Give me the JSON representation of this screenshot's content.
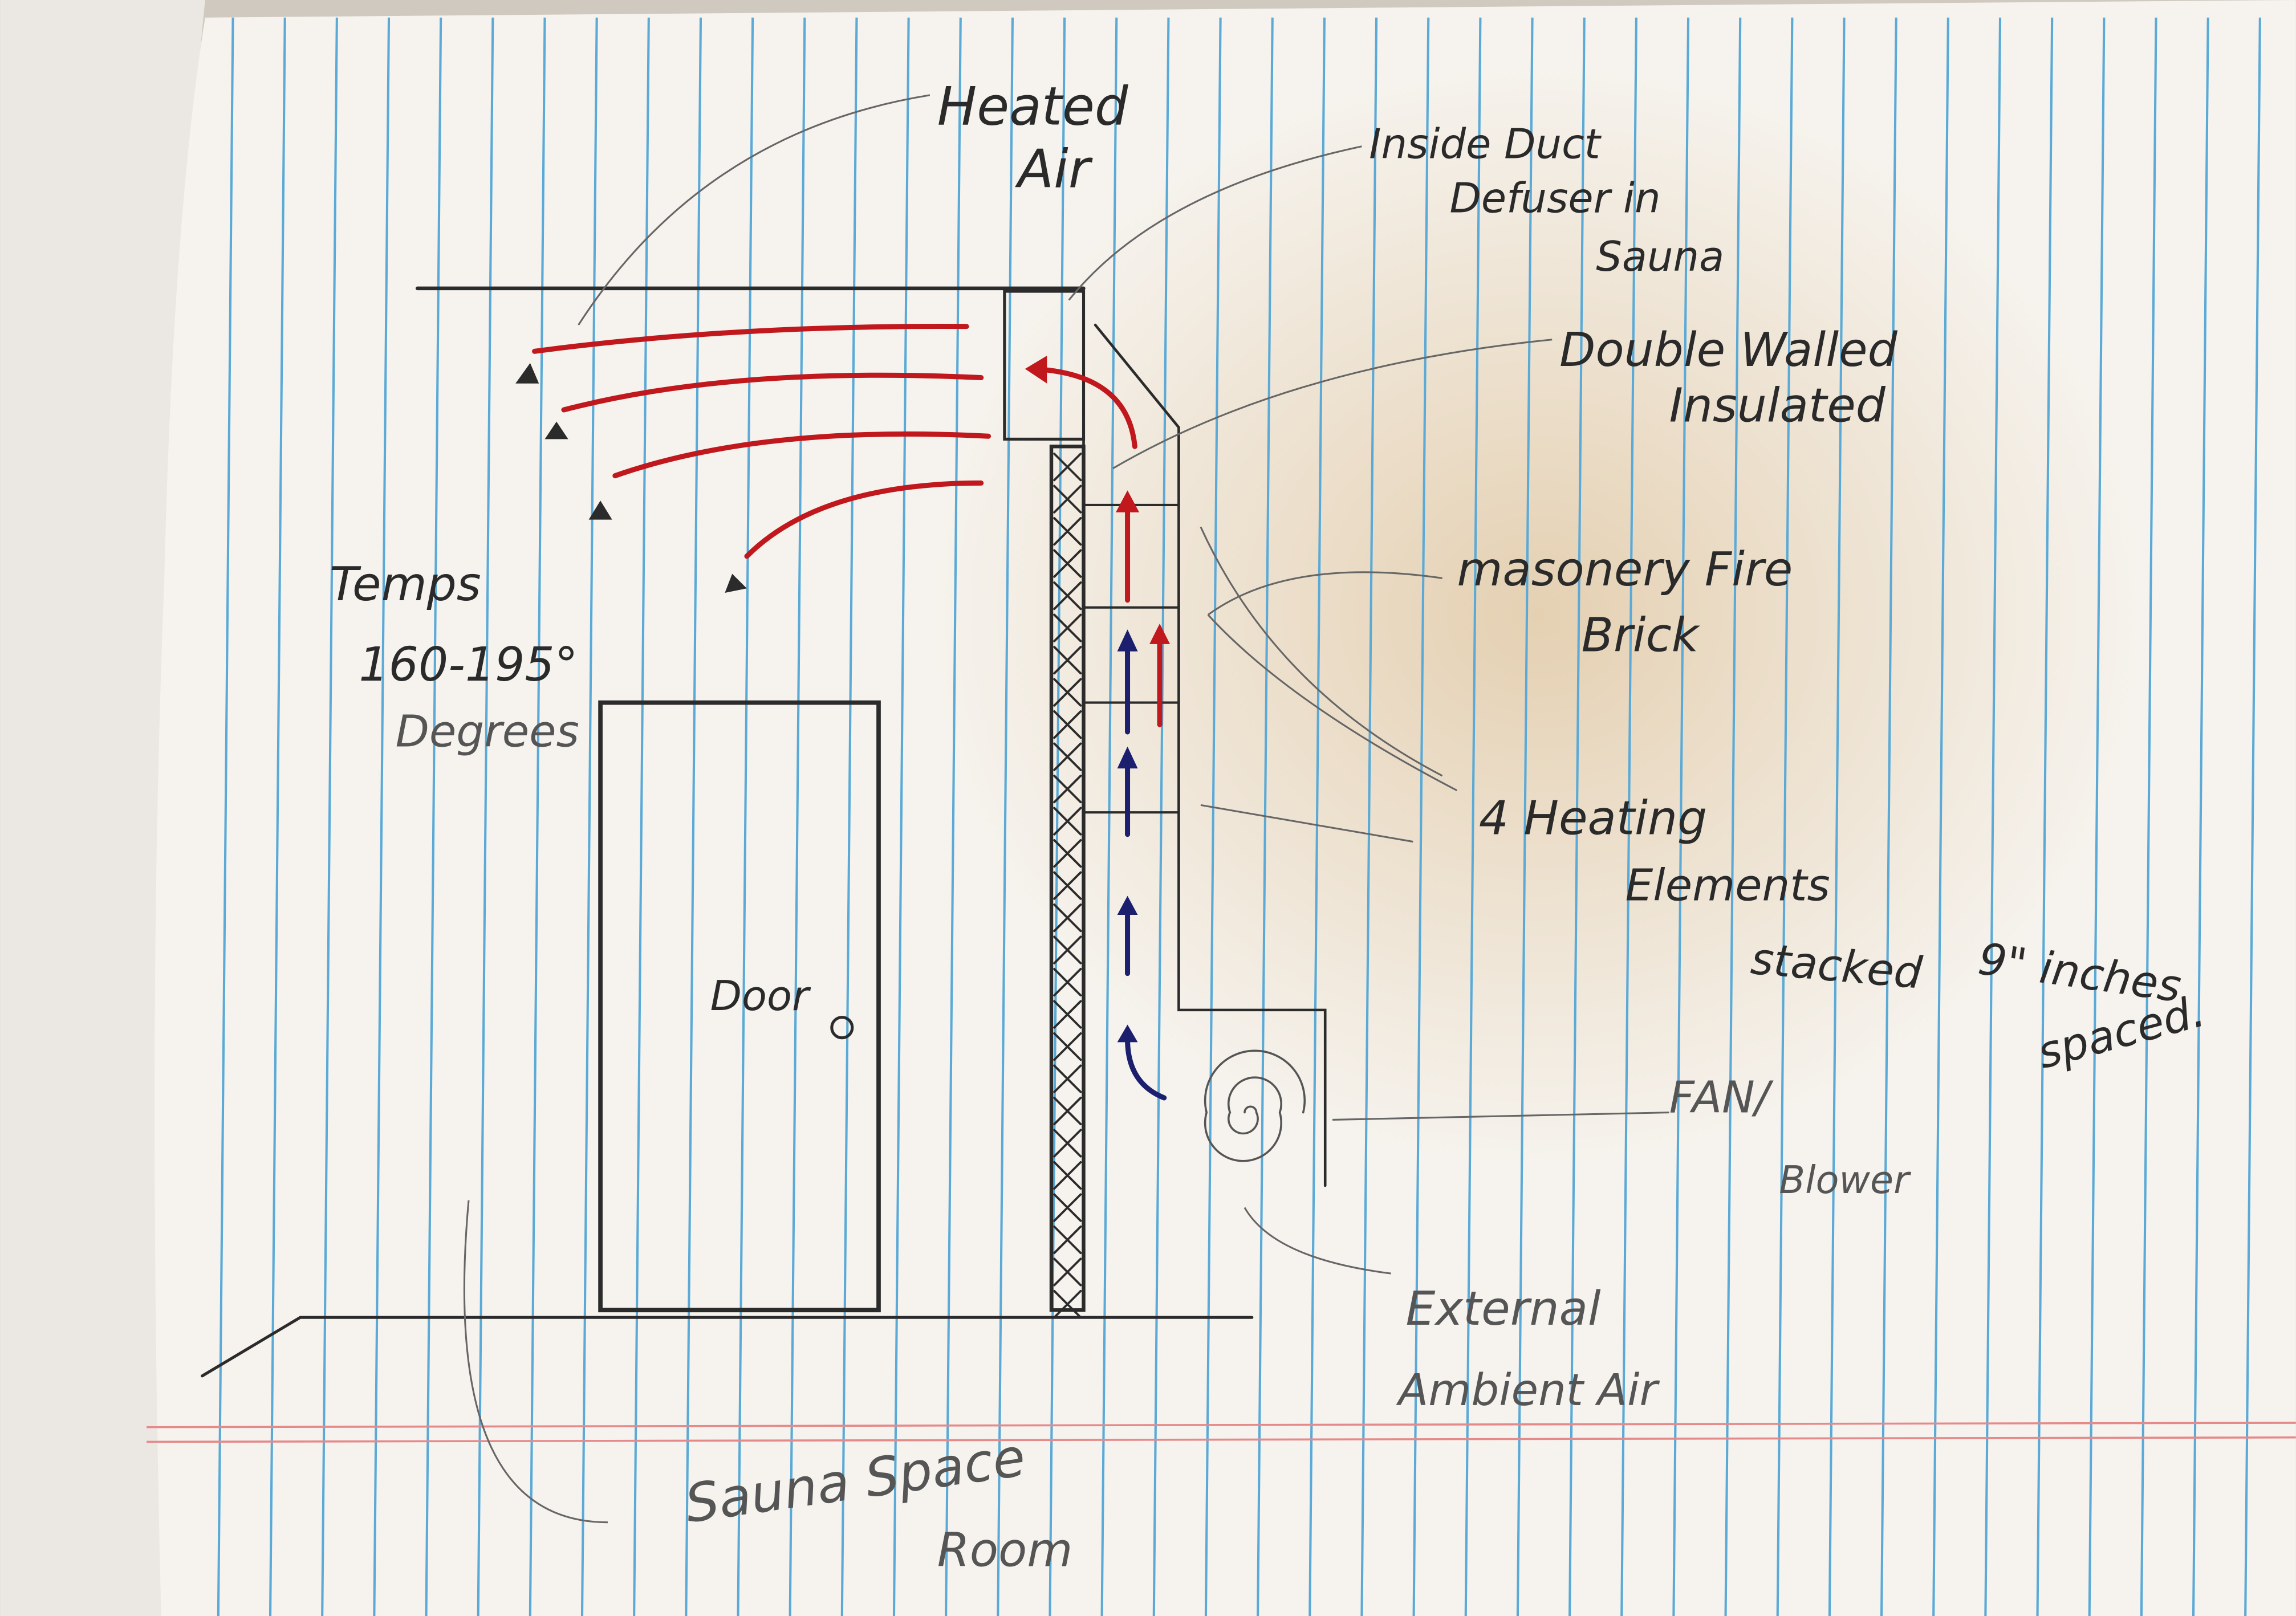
{
  "diagram": {
    "labels": {
      "heated_air": [
        "Heated",
        "Air"
      ],
      "diffuser": [
        "Inside Duct",
        "Defuser in",
        "Sauna"
      ],
      "double_walled": [
        "Double Walled",
        "Insulated"
      ],
      "fire_brick": [
        "masonery Fire",
        "Brick"
      ],
      "heating_elements": [
        "4 Heating",
        "Elements",
        "stacked"
      ],
      "spacing": [
        "9\" inches",
        "spaced."
      ],
      "fan": [
        "FAN/",
        "Blower"
      ],
      "ambient": [
        "External",
        "Ambient Air"
      ],
      "room": [
        "Sauna Space",
        "Room"
      ],
      "temps": [
        "Temps",
        "160-195°",
        "Degrees"
      ],
      "door": "Door"
    },
    "colors": {
      "paper": "#f6f3ee",
      "rule_blue": "#5aa9d6",
      "margin_red": "#e58a8a",
      "pencil": "#2b2b2b",
      "hot_air": "#c0181c",
      "cool_air": "#1b1f6e"
    },
    "heating_element_count": 4
  }
}
